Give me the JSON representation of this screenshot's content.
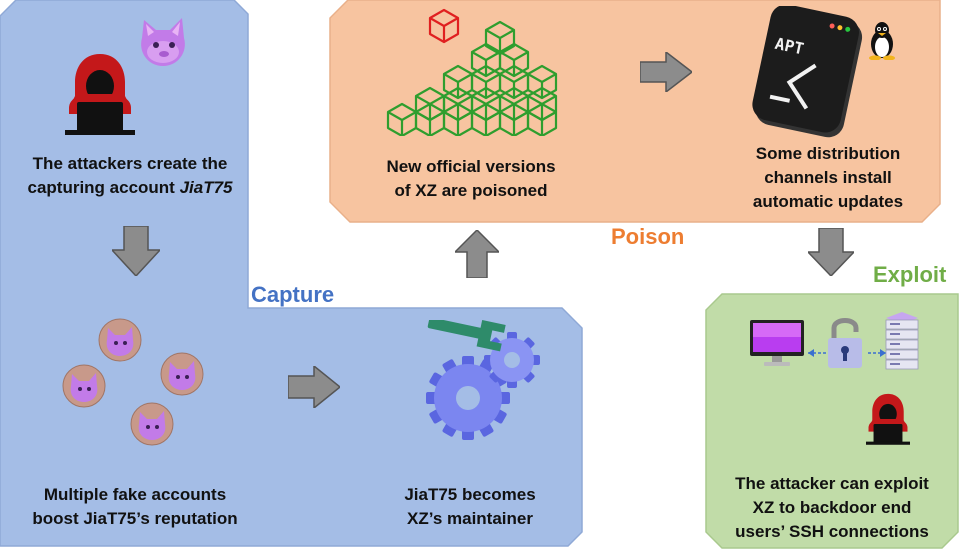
{
  "stages": {
    "capture": {
      "label": "Capture",
      "color": "#4472c4"
    },
    "poison": {
      "label": "Poison",
      "color": "#ed7d31"
    },
    "exploit": {
      "label": "Exploit",
      "color": "#70ad47"
    }
  },
  "captions": {
    "create_line1": "The attackers create the",
    "create_line2": "capturing account",
    "create_account": "JiaT75",
    "boost_line1": "Multiple fake accounts",
    "boost_line2": "boost JiaT75’s reputation",
    "maintainer_line1": "JiaT75 becomes",
    "maintainer_line2": "XZ’s maintainer",
    "poisoned_line1": "New official versions",
    "poisoned_line2": "of XZ are poisoned",
    "updates_line1": "Some distribution",
    "updates_line2": "channels install",
    "updates_line3": "automatic updates",
    "exploit_line1": "The attacker can exploit",
    "exploit_line2": "XZ to backdoor end",
    "exploit_line3": "users’ SSH connections"
  },
  "apt_label": "APT",
  "icons": [
    "hacker-icon",
    "fake-account-avatar-icon",
    "gears-wrench-icon",
    "cubes-pyramid-icon",
    "apt-terminal-icon",
    "linux-tux-icon",
    "monitor-icon",
    "padlock-icon",
    "server-icon",
    "arrow-icon"
  ],
  "colors": {
    "capture_bg": "#a4bde6",
    "poison_bg": "#f7c4a0",
    "exploit_bg": "#c1dca8",
    "arrow": "#8c8c8c"
  }
}
